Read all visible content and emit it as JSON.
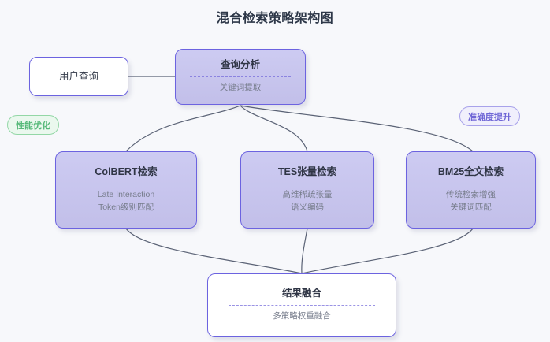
{
  "diagram": {
    "title": "混合检索策略架构图",
    "background_color": "#f7f8fb",
    "accent_color": "#6c63e0",
    "nodes": {
      "user_query": {
        "title": "用户查询",
        "style": "plain",
        "type": "input-node"
      },
      "query_analysis": {
        "title": "查询分析",
        "subtitle": "关键词提取",
        "style": "filled"
      },
      "colbert": {
        "title": "ColBERT检索",
        "subtitle_line1": "Late Interaction",
        "subtitle_line2": "Token级别匹配",
        "style": "filled"
      },
      "tes": {
        "title": "TES张量检索",
        "subtitle_line1": "高维稀疏张量",
        "subtitle_line2": "语义编码",
        "style": "filled"
      },
      "bm25": {
        "title": "BM25全文检索",
        "subtitle_line1": "传统检索增强",
        "subtitle_line2": "关键词匹配",
        "style": "filled"
      },
      "fusion": {
        "title": "结果融合",
        "subtitle": "多策略权重融合",
        "style": "plain"
      }
    },
    "badges": {
      "performance": {
        "label": "性能优化",
        "color": "#55b878",
        "background": "#eaf8ee"
      },
      "accuracy": {
        "label": "准确度提升",
        "color": "#6f66d6",
        "background": "#f0effc"
      }
    },
    "edges": [
      {
        "from": "user_query",
        "to": "query_analysis",
        "shape": "straight"
      },
      {
        "from": "query_analysis",
        "to": "colbert",
        "shape": "curve"
      },
      {
        "from": "query_analysis",
        "to": "tes",
        "shape": "curve"
      },
      {
        "from": "query_analysis",
        "to": "bm25",
        "shape": "curve"
      },
      {
        "from": "colbert",
        "to": "fusion",
        "shape": "curve"
      },
      {
        "from": "tes",
        "to": "fusion",
        "shape": "curve"
      },
      {
        "from": "bm25",
        "to": "fusion",
        "shape": "curve"
      }
    ]
  }
}
